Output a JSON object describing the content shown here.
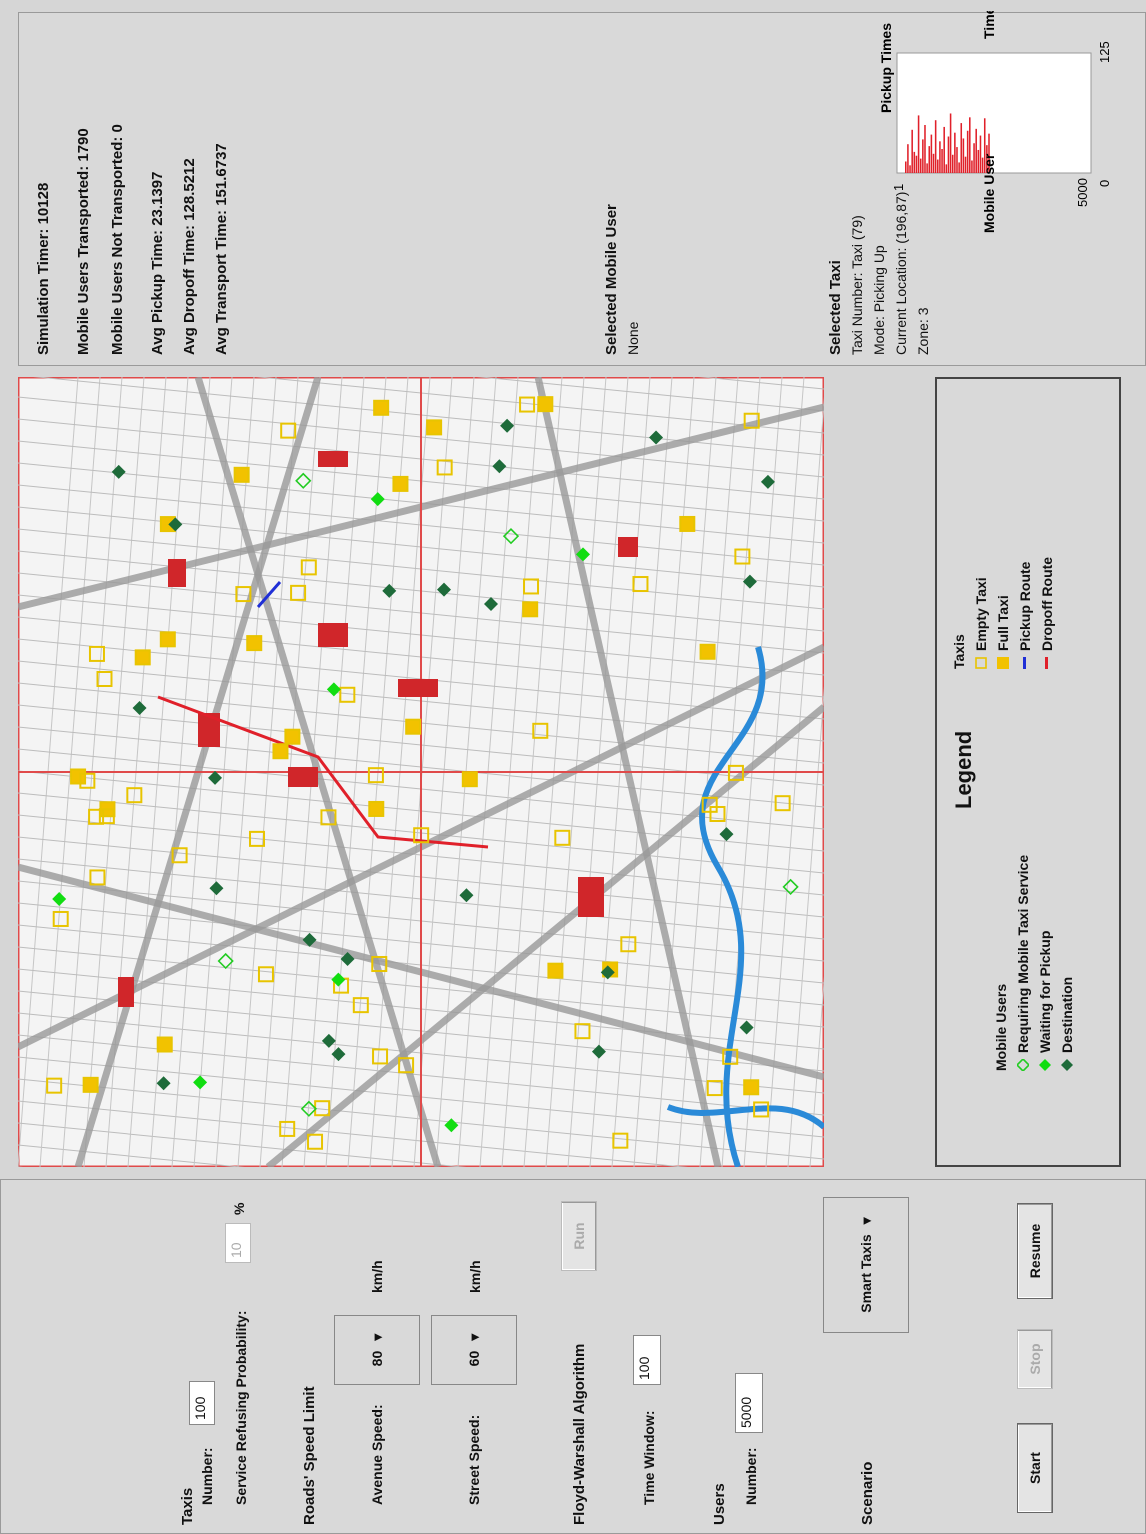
{
  "controls": {
    "taxis_heading": "Taxis",
    "number_label": "Number:",
    "number_value": "100",
    "refusing_label": "Service Refusing Probability:",
    "refusing_value": "10",
    "refusing_unit": "%",
    "speed_heading": "Roads' Speed Limit",
    "avenue_label": "Avenue Speed:",
    "avenue_value": "80",
    "avenue_unit": "km/h",
    "street_label": "Street Speed:",
    "street_value": "60",
    "street_unit": "km/h",
    "floyd_heading": "Floyd-Warshall Algorithm",
    "run_label": "Run",
    "time_window_label": "Time Window:",
    "time_window_value": "100",
    "users_heading": "Users",
    "users_number_label": "Number:",
    "users_number_value": "5000",
    "scenario_heading": "Scenario",
    "scenario_value": "Smart Taxis",
    "start_label": "Start",
    "stop_label": "Stop",
    "resume_label": "Resume"
  },
  "legend": {
    "title": "Legend",
    "users_heading": "Mobile Users",
    "requiring": "Requiring Mobile Taxi Service",
    "waiting": "Waiting for Pickup",
    "destination": "Destination",
    "taxis_heading": "Taxis",
    "empty": "Empty Taxi",
    "full": "Full Taxi",
    "pickup_route": "Pickup Route",
    "dropoff_route": "Dropoff Route"
  },
  "stats": {
    "timer": "Simulation Timer: 10128",
    "transported": "Mobile Users Transported: 1790",
    "not_transported": "Mobile Users Not Transported: 0",
    "avg_pickup": "Avg Pickup Time: 23.1397",
    "avg_dropoff": "Avg Dropoff Time: 128.5212",
    "avg_transport": "Avg Transport Time: 151.6737"
  },
  "chart_data": {
    "type": "bar",
    "title": "Pickup Times",
    "xlabel": "Mobile User",
    "ylabel": "Time",
    "xlim": [
      1,
      5000
    ],
    "ylim": [
      0,
      125
    ],
    "x_ticks": [
      "1",
      "5000"
    ],
    "y_ticks": [
      "0",
      "125"
    ],
    "values": [
      12,
      30,
      8,
      45,
      22,
      18,
      60,
      15,
      35,
      50,
      10,
      28,
      40,
      20,
      55,
      14,
      33,
      25,
      48,
      9,
      38,
      62,
      19,
      42,
      27,
      11,
      52,
      36,
      17,
      44,
      58,
      13,
      31,
      46,
      24,
      39,
      16,
      57,
      29,
      41
    ]
  },
  "selected_user": {
    "heading": "Selected Mobile User",
    "value": "None"
  },
  "selected_taxi": {
    "heading": "Selected Taxi",
    "number": "Taxi Number: Taxi (79)",
    "mode": "Mode: Picking Up",
    "location": "Current Location: (196,87)",
    "zone": "Zone: 3"
  },
  "colors": {
    "empty_taxi": "#e8c400",
    "full_taxi": "#f2c200",
    "requiring_user": "#22cc22",
    "waiting_user": "#11dd11",
    "destination": "#1e6b3a",
    "pickup_route": "#1f2fd6",
    "dropoff_route": "#e0202a",
    "zone_line": "#e04a4a"
  }
}
